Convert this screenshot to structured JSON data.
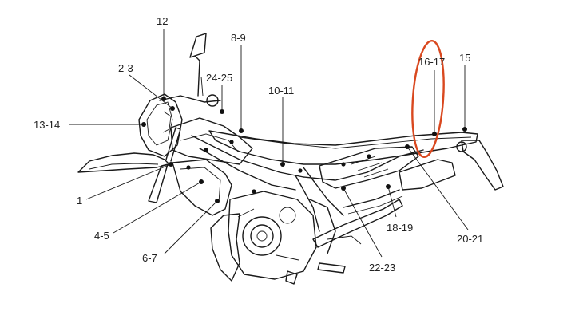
{
  "diagram": {
    "callouts": [
      {
        "id": "c12",
        "label": "12"
      },
      {
        "id": "c23",
        "label": "2-3"
      },
      {
        "id": "c89",
        "label": "8-9"
      },
      {
        "id": "c2425",
        "label": "24-25"
      },
      {
        "id": "c1011",
        "label": "10-11"
      },
      {
        "id": "c1617",
        "label": "16-17"
      },
      {
        "id": "c15",
        "label": "15"
      },
      {
        "id": "c1314",
        "label": "13-14"
      },
      {
        "id": "c1",
        "label": "1"
      },
      {
        "id": "c45",
        "label": "4-5"
      },
      {
        "id": "c67",
        "label": "6-7"
      },
      {
        "id": "c1819",
        "label": "18-19"
      },
      {
        "id": "c2021",
        "label": "20-21"
      },
      {
        "id": "c2223",
        "label": "22-23"
      }
    ],
    "highlight_color": "#d9481f",
    "line_color": "#1a1a1a"
  }
}
